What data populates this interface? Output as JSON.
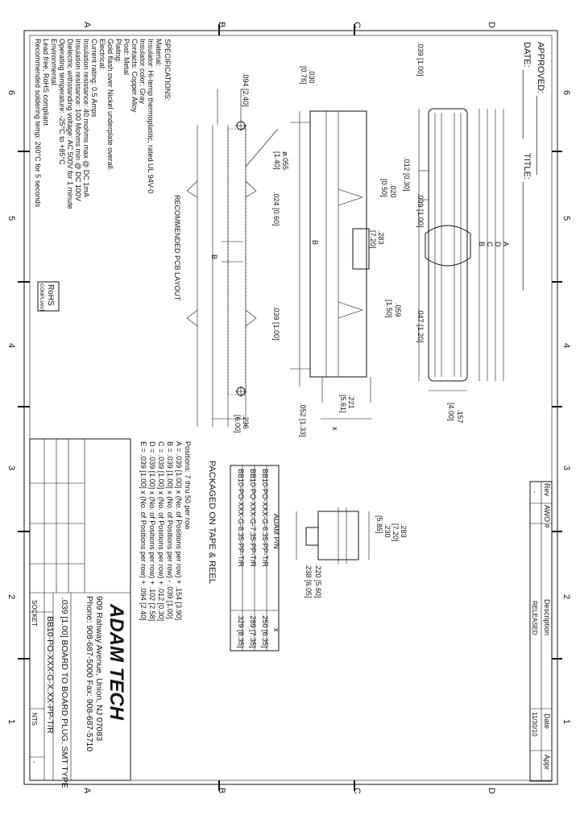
{
  "zones": {
    "letters": [
      "A",
      "B",
      "C",
      "D"
    ],
    "numbers": [
      "6",
      "5",
      "4",
      "3",
      "2",
      "1"
    ]
  },
  "header": {
    "approved": "APPROVED: ________________",
    "date": "DATE: ______________",
    "title": "TITLE: ______________________"
  },
  "revision": {
    "headers": [
      "Rev",
      "AWO #",
      "Description",
      "Date",
      "Appr"
    ],
    "row": [
      "-",
      "",
      "RELEASED",
      "11/30/10",
      ""
    ]
  },
  "specifications": {
    "heading": "SPECIFICATIONS:",
    "lines": [
      "Material:",
      "Insulator: Hi-temp thermoplastic, rated UL 94V-0",
      "Insulator color: Gray",
      "Contacts: Copper Alloy",
      "Post: Metal",
      "Plating:",
      "Gold flash over Nickel underplate overall.",
      "Electrical:",
      "Current rating: 0.5 Amps",
      "Insulation resistance: 40 mohms max @ DC 1mA",
      "Insulation resistance: 100 Mohms min @ DC 100V",
      "Dielectric withstanding voltage: AC 500V for 1 minute",
      "Operating temperature: -25°C to +85°C",
      "Environmental:",
      "Lead free, RoHS compliant",
      "Recommended soldering temp: 260°C for 5 seconds"
    ],
    "rohs": [
      "RoHS",
      "COMPLIANT"
    ]
  },
  "pcb_layout": {
    "label": "RECOMMENDED PCB LAYOUT",
    "dims": {
      "d094": ".094 [2.40]",
      "d055": "ø.055",
      "d055b": "[1.40]",
      "d024": ".024 [0.60]",
      "d039": ".039 [1.00]",
      "d236": ".236",
      "d236b": "[6.00]",
      "B": "B"
    }
  },
  "top_view": {
    "dims": {
      "d030": ".030",
      "d030b": "[0.76]",
      "d020": ".020",
      "d020b": "[0.50]",
      "d283": ".283",
      "d283b": "[7.20]",
      "d059": ".059",
      "d059b": "[1.50]",
      "d221": ".221",
      "d221b": "[5.61]",
      "x": "x",
      "d052": ".052 [1.33]",
      "B": "B"
    }
  },
  "front_view": {
    "dims": {
      "d039a": ".039 [1.00]",
      "d012": ".012 [0.30]",
      "d039b": ".039 [1.00]",
      "d047": ".047 [1.20]",
      "d157": ".157",
      "d157b": "[4.00]",
      "A": "A",
      "B": "B",
      "C": "C",
      "D": "D"
    }
  },
  "side_view": {
    "dims": {
      "d283": ".283",
      "d283b": "[7.20]",
      "d230": ".230",
      "d230b": "[5.85]",
      "d220": ".220 [5.60]",
      "d238": ".238 [6.05]"
    }
  },
  "packaging": "PACKAGED ON TAPE & REEL",
  "pn_table": {
    "headers": [
      "ADAM P/N",
      "x"
    ],
    "rows": [
      [
        "BB10-PO-XXX-G-6.35-PP-T/R",
        ".250 [6.35]"
      ],
      [
        "BB10-PO-XXX-G-7.35-PP-T/R",
        ".289 [7.35]"
      ],
      [
        "BB10-PO-XXX-G-8.35-PP-T/R",
        ".329 [8.35]"
      ]
    ]
  },
  "positions": {
    "heading": "Positions: 7 thru 50 per row",
    "lines": [
      "A = .039 [1.00] x (No. of Positions per row) + .154 [3.90]",
      "B = .039 [1.00] x (No. of Positions per row) - .039 [1.00]",
      "C = .039 [1.00] x (No. of Positions per row) + .012 [0.30]",
      "D = .039 [1.00] x (No. of Positions per row) + .102 [2.58]",
      "E = .039 [1.00] x (No. of Positions per row) + .094 [2.40]"
    ]
  },
  "title_block": {
    "company": "ADAM TECH",
    "address": "909 Rahway Avenue, Union, NJ 07083",
    "phone": "Phone: 908-687-5000  Fax: 908-687-5710",
    "description": ".039 [1.00] BOARD TO BOARD PLUG, SMT TYPE",
    "part_number": "BB10-PO-XXX-G-X.XX-PP-T/R",
    "file": "SOCKET",
    "scale": "NTS",
    "rev": "-"
  }
}
